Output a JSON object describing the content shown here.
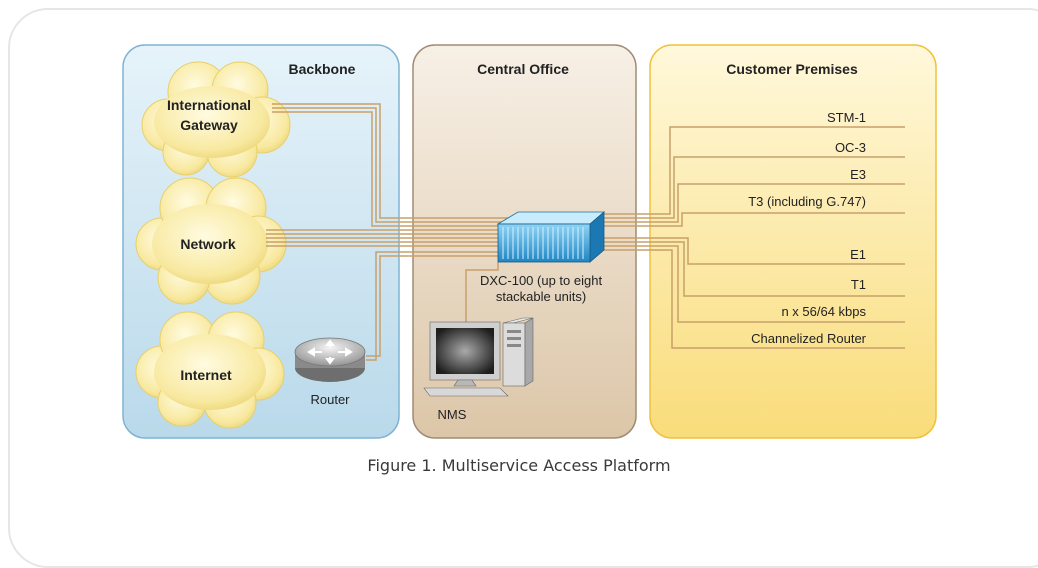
{
  "zones": {
    "backbone": "Backbone",
    "central_office": "Central Office",
    "customer_premises": "Customer Premises"
  },
  "clouds": {
    "international_gateway": [
      "International",
      "Gateway"
    ],
    "network": "Network",
    "internet": "Internet"
  },
  "devices": {
    "router": "Router",
    "dxc": [
      "DXC-100 (up to eight",
      "stackable units)"
    ],
    "nms": "NMS"
  },
  "services": [
    "STM-1",
    "OC-3",
    "E3",
    "T3 (including G.747)",
    "E1",
    "T1",
    "n x 56/64 kbps",
    "Channelized Router"
  ],
  "caption": "Figure 1. Multiservice Access Platform",
  "colors": {
    "backbone_fill": "#cfe6f2",
    "backbone_border": "#7fb3d3",
    "central_fill": "#eadbc8",
    "central_border": "#a08c74",
    "customer_fill": "#fbe9a6",
    "customer_border": "#f0c23c",
    "cloud_fill": "#f9eba0",
    "link_line": "#c8a06a",
    "device_blue": "#3aa6dd"
  }
}
